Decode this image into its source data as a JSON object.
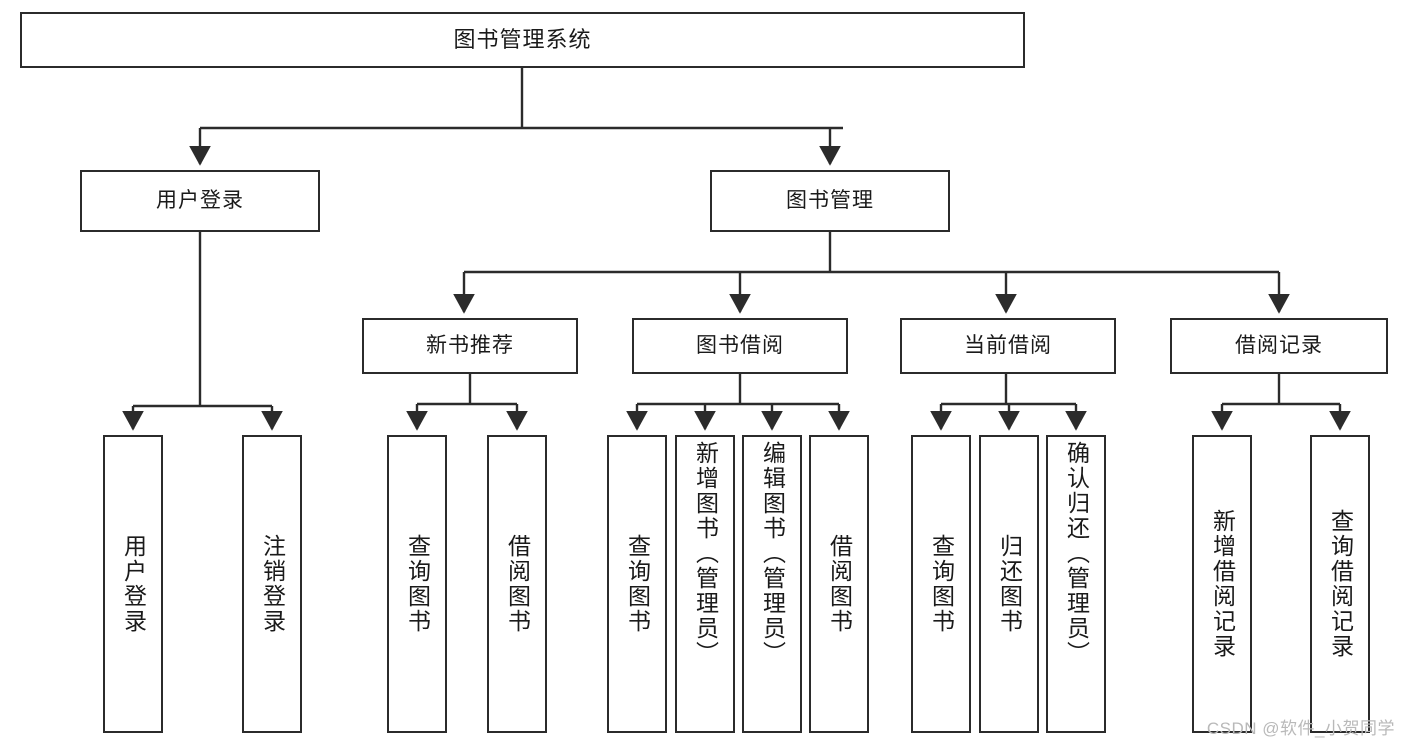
{
  "diagram": {
    "title": "图书管理系统",
    "type": "tree",
    "watermark": "CSDN @软件_小贺同学",
    "colors": {
      "border": "#2b2b2b",
      "background": "#ffffff",
      "text": "#1a1a1a",
      "watermark": "#b9b9b9",
      "connector": "#2b2b2b"
    },
    "nodes": {
      "root": {
        "label": "图书管理系统"
      },
      "level2": [
        {
          "label": "用户登录"
        },
        {
          "label": "图书管理"
        }
      ],
      "level3": [
        {
          "label": "新书推荐"
        },
        {
          "label": "图书借阅"
        },
        {
          "label": "当前借阅"
        },
        {
          "label": "借阅记录"
        }
      ],
      "leaves_user_login": [
        {
          "label": "用户登录"
        },
        {
          "label": "注销登录"
        }
      ],
      "leaves_new_book": [
        {
          "label": "查询图书"
        },
        {
          "label": "借阅图书"
        }
      ],
      "leaves_borrow": [
        {
          "label": "查询图书"
        },
        {
          "label": "新增图书（管理员）"
        },
        {
          "label": "编辑图书（管理员）"
        },
        {
          "label": "借阅图书"
        }
      ],
      "leaves_current": [
        {
          "label": "查询图书"
        },
        {
          "label": "归还图书"
        },
        {
          "label": "确认归还（管理员）"
        }
      ],
      "leaves_records": [
        {
          "label": "新增借阅记录"
        },
        {
          "label": "查询借阅记录"
        }
      ]
    }
  }
}
